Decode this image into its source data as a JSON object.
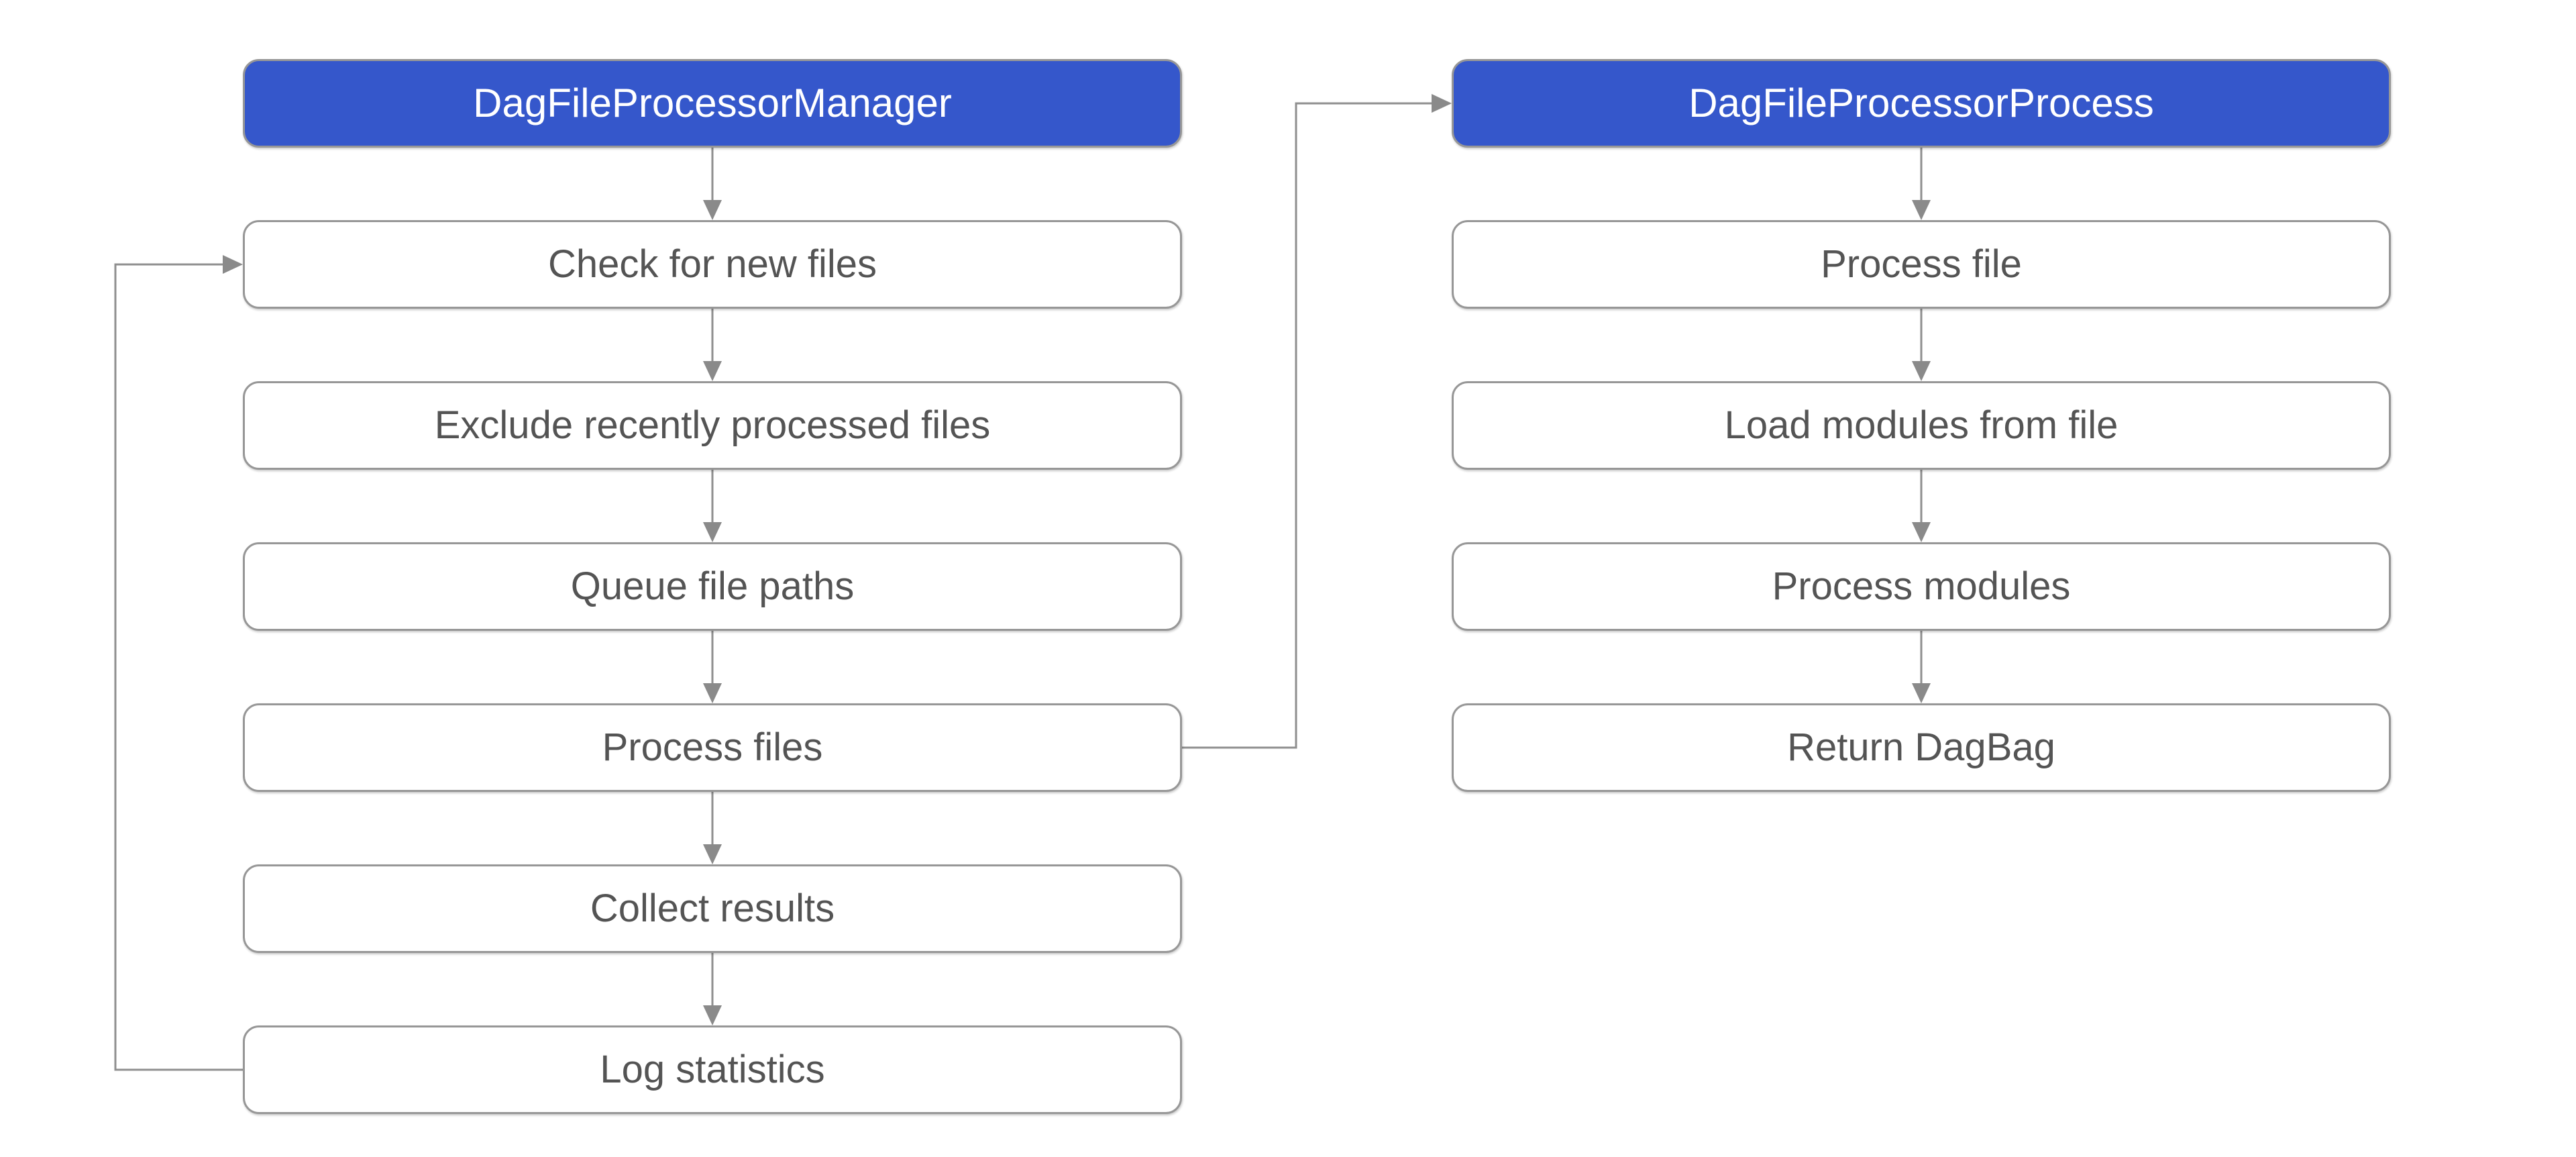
{
  "diagram": {
    "columns": [
      {
        "header": "DagFileProcessorManager",
        "nodes": [
          "Check for new files",
          "Exclude recently processed files",
          "Queue file paths",
          "Process files",
          "Collect results",
          "Log statistics"
        ]
      },
      {
        "header": "DagFileProcessorProcess",
        "nodes": [
          "Process file",
          "Load modules from file",
          "Process modules",
          "Return DagBag"
        ]
      }
    ],
    "edges": [
      {
        "from": "DagFileProcessorManager",
        "to": "Check for new files"
      },
      {
        "from": "Check for new files",
        "to": "Exclude recently processed files"
      },
      {
        "from": "Exclude recently processed files",
        "to": "Queue file paths"
      },
      {
        "from": "Queue file paths",
        "to": "Process files"
      },
      {
        "from": "Process files",
        "to": "Collect results"
      },
      {
        "from": "Collect results",
        "to": "Log statistics"
      },
      {
        "from": "Log statistics",
        "to": "Check for new files"
      },
      {
        "from": "Process files",
        "to": "DagFileProcessorProcess"
      },
      {
        "from": "DagFileProcessorProcess",
        "to": "Process file"
      },
      {
        "from": "Process file",
        "to": "Load modules from file"
      },
      {
        "from": "Load modules from file",
        "to": "Process modules"
      },
      {
        "from": "Process modules",
        "to": "Return DagBag"
      }
    ],
    "colors": {
      "background": "#ffffff",
      "header_fill": "#3557CB",
      "header_text": "#ffffff",
      "node_fill": "#ffffff",
      "node_border": "#979797",
      "node_text": "#545454",
      "connector": "#8f8f8f",
      "connector_head": "#8a8a8a"
    }
  }
}
